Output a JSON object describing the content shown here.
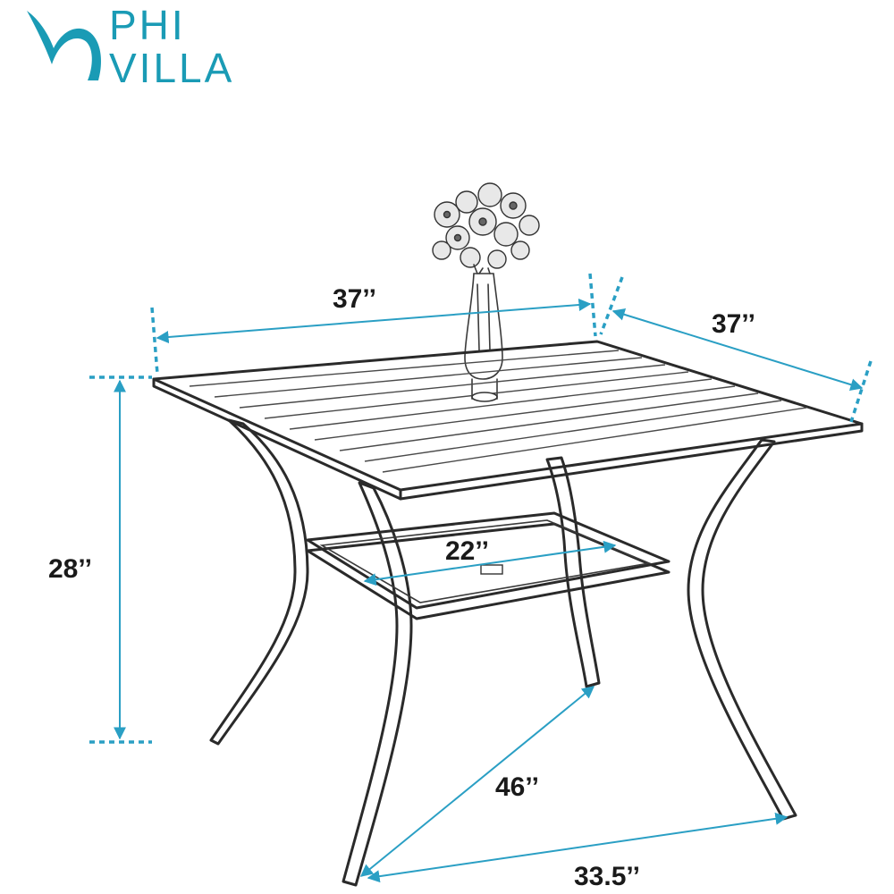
{
  "brand": {
    "line1": "PHI",
    "line2": "VILLA",
    "color": "#1a9bb5"
  },
  "dimension_color": "#2a9fc4",
  "dimensions": {
    "top_width": "37’’",
    "top_depth": "37’’",
    "height": "28’’",
    "shelf_width": "22’’",
    "leg_diagonal": "46’’",
    "leg_span": "33.5’’"
  }
}
